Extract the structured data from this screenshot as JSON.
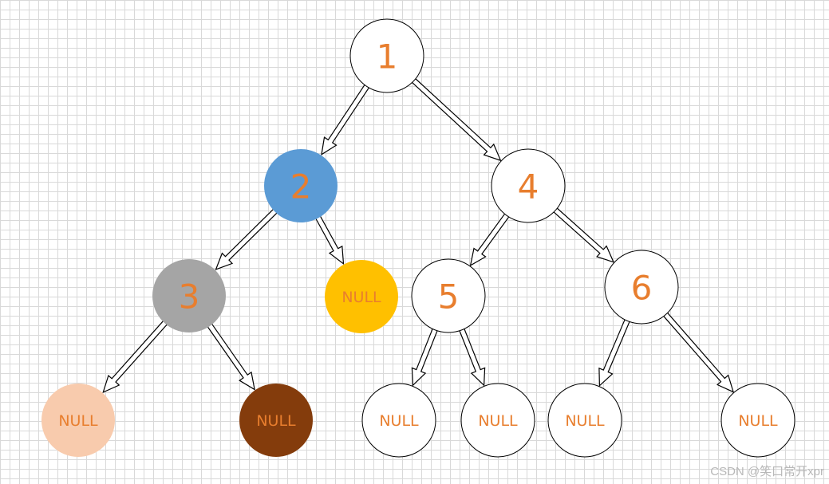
{
  "diagram": {
    "label_color": "#E87E2E",
    "edge_color": "#000000",
    "nodes": [
      {
        "id": "n1",
        "label": "1",
        "fill": "#FFFFFF"
      },
      {
        "id": "n2",
        "label": "2",
        "fill": "#5B9BD5"
      },
      {
        "id": "n4",
        "label": "4",
        "fill": "#FFFFFF"
      },
      {
        "id": "n3",
        "label": "3",
        "fill": "#A5A5A5"
      },
      {
        "id": "nA",
        "label": "NULL",
        "fill": "#FFC000"
      },
      {
        "id": "n5",
        "label": "5",
        "fill": "#FFFFFF"
      },
      {
        "id": "n6",
        "label": "6",
        "fill": "#FFFFFF"
      },
      {
        "id": "nB",
        "label": "NULL",
        "fill": "#F8CBAD"
      },
      {
        "id": "nC",
        "label": "NULL",
        "fill": "#843C0C"
      },
      {
        "id": "nD",
        "label": "NULL",
        "fill": "#FFFFFF"
      },
      {
        "id": "nE",
        "label": "NULL",
        "fill": "#FFFFFF"
      },
      {
        "id": "nF",
        "label": "NULL",
        "fill": "#FFFFFF"
      },
      {
        "id": "nG",
        "label": "NULL",
        "fill": "#FFFFFF"
      }
    ],
    "edges": [
      {
        "from": "n1",
        "to": "n2"
      },
      {
        "from": "n1",
        "to": "n4"
      },
      {
        "from": "n2",
        "to": "n3"
      },
      {
        "from": "n2",
        "to": "nA"
      },
      {
        "from": "n4",
        "to": "n5"
      },
      {
        "from": "n4",
        "to": "n6"
      },
      {
        "from": "n3",
        "to": "nB"
      },
      {
        "from": "n3",
        "to": "nC"
      },
      {
        "from": "n5",
        "to": "nD"
      },
      {
        "from": "n5",
        "to": "nE"
      },
      {
        "from": "n6",
        "to": "nF"
      },
      {
        "from": "n6",
        "to": "nG"
      }
    ]
  },
  "watermark": "CSDN @笑口常开xpr"
}
